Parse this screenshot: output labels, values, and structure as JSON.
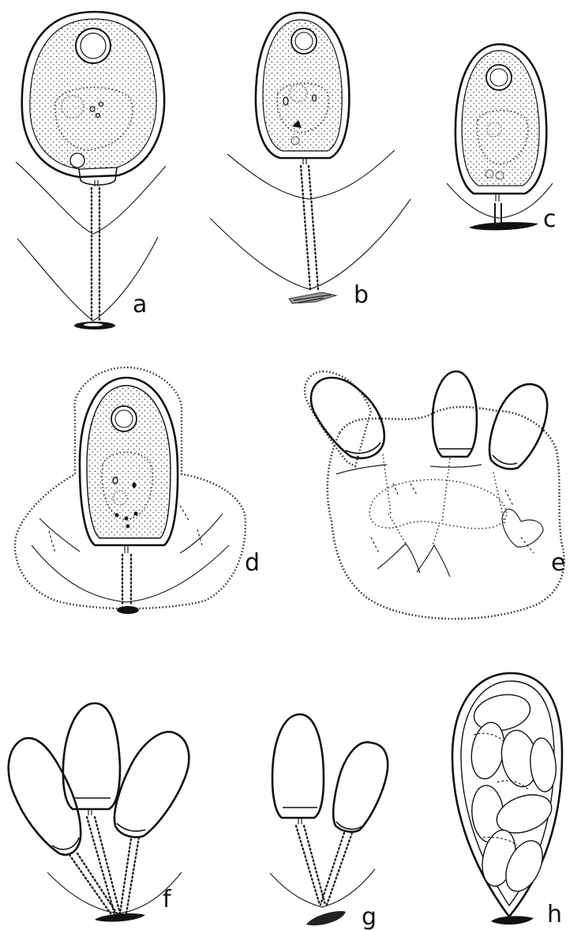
{
  "figure": {
    "panel_labels": [
      "a",
      "b",
      "c",
      "d",
      "e",
      "f",
      "g",
      "h"
    ],
    "colors": {
      "ink": "#111111",
      "paper": "#ffffff"
    }
  }
}
